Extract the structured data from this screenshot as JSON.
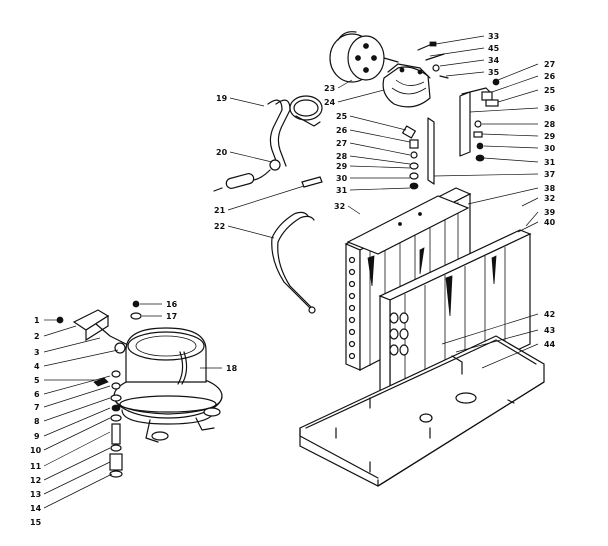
{
  "callouts": [
    {
      "id": "c1",
      "text": "1"
    },
    {
      "id": "c2",
      "text": "2"
    },
    {
      "id": "c3",
      "text": "3"
    },
    {
      "id": "c4",
      "text": "4"
    },
    {
      "id": "c5",
      "text": "5"
    },
    {
      "id": "c6",
      "text": "6"
    },
    {
      "id": "c7",
      "text": "7"
    },
    {
      "id": "c8",
      "text": "8"
    },
    {
      "id": "c9",
      "text": "9"
    },
    {
      "id": "c10",
      "text": "10"
    },
    {
      "id": "c11",
      "text": "11"
    },
    {
      "id": "c12",
      "text": "12"
    },
    {
      "id": "c13",
      "text": "13"
    },
    {
      "id": "c14",
      "text": "14"
    },
    {
      "id": "c15",
      "text": "15"
    },
    {
      "id": "c16",
      "text": "16"
    },
    {
      "id": "c17",
      "text": "17"
    },
    {
      "id": "c18",
      "text": "18"
    },
    {
      "id": "c19",
      "text": "19"
    },
    {
      "id": "c20",
      "text": "20"
    },
    {
      "id": "c21",
      "text": "21"
    },
    {
      "id": "c22",
      "text": "22"
    },
    {
      "id": "c23",
      "text": "23"
    },
    {
      "id": "c24",
      "text": "24"
    },
    {
      "id": "c25a",
      "text": "25"
    },
    {
      "id": "c26a",
      "text": "26"
    },
    {
      "id": "c27a",
      "text": "27"
    },
    {
      "id": "c28a",
      "text": "28"
    },
    {
      "id": "c29a",
      "text": "29"
    },
    {
      "id": "c30a",
      "text": "30"
    },
    {
      "id": "c31a",
      "text": "31"
    },
    {
      "id": "c32a",
      "text": "32"
    },
    {
      "id": "c33",
      "text": "33"
    },
    {
      "id": "c45",
      "text": "45"
    },
    {
      "id": "c34",
      "text": "34"
    },
    {
      "id": "c35",
      "text": "35"
    },
    {
      "id": "c27b",
      "text": "27"
    },
    {
      "id": "c26b",
      "text": "26"
    },
    {
      "id": "c25b",
      "text": "25"
    },
    {
      "id": "c36",
      "text": "36"
    },
    {
      "id": "c28b",
      "text": "28"
    },
    {
      "id": "c29b",
      "text": "29"
    },
    {
      "id": "c30b",
      "text": "30"
    },
    {
      "id": "c31b",
      "text": "31"
    },
    {
      "id": "c37",
      "text": "37"
    },
    {
      "id": "c38",
      "text": "38"
    },
    {
      "id": "c32b",
      "text": "32"
    },
    {
      "id": "c39",
      "text": "39"
    },
    {
      "id": "c40",
      "text": "40"
    },
    {
      "id": "c42",
      "text": "42"
    },
    {
      "id": "c43",
      "text": "43"
    },
    {
      "id": "c44",
      "text": "44"
    }
  ]
}
